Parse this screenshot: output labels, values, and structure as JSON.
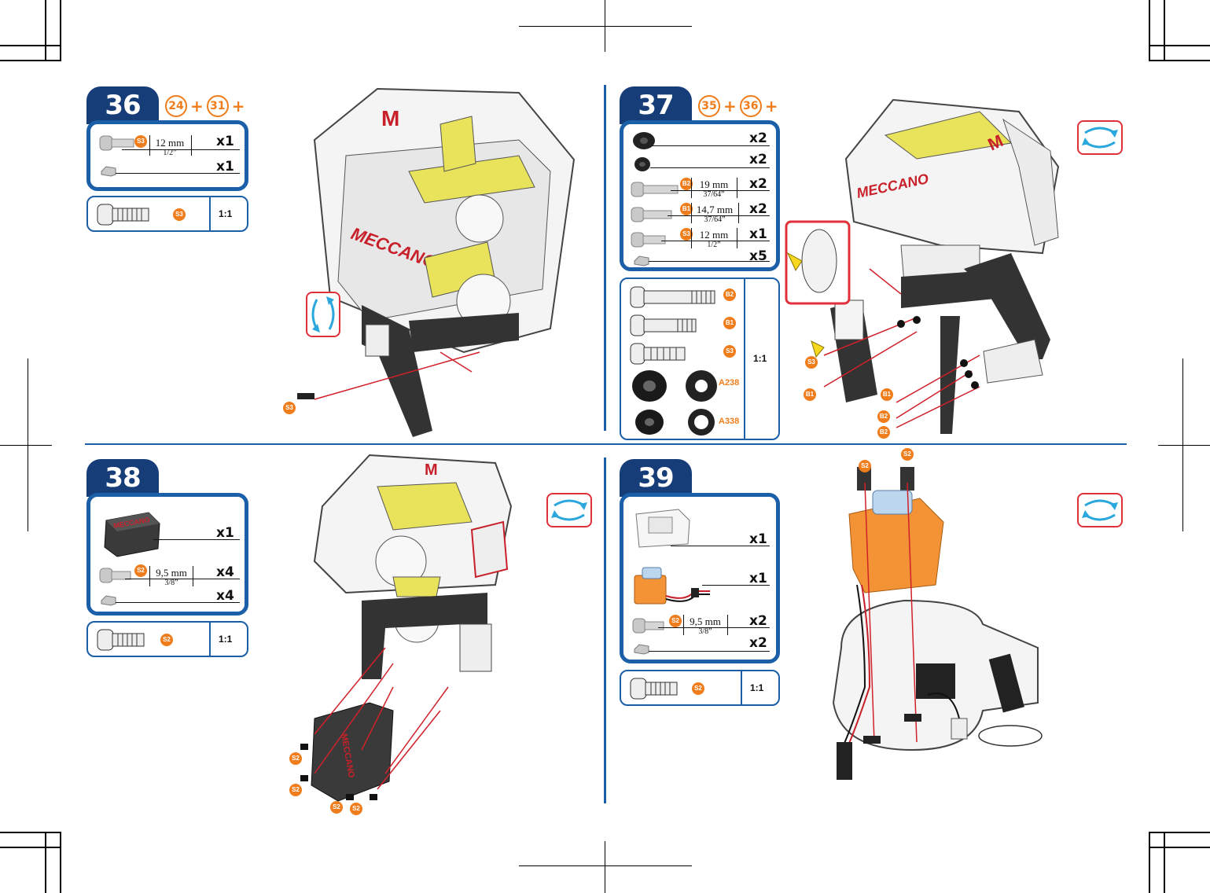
{
  "steps": {
    "s36": {
      "number": "36",
      "prev": [
        "24",
        "31"
      ],
      "plus": "+",
      "parts": [
        {
          "qty": "x1",
          "measure": "12 mm",
          "sub": "1/2”",
          "badge": "S3"
        },
        {
          "qty": "x1"
        }
      ],
      "scale": {
        "badge": "S3",
        "ratio": "1:1"
      }
    },
    "s37": {
      "number": "37",
      "prev": [
        "35",
        "36"
      ],
      "plus": "+",
      "parts": [
        {
          "qty": "x2"
        },
        {
          "qty": "x2"
        },
        {
          "qty": "x2",
          "measure": "19 mm",
          "sub": "37/64”",
          "badge": "B2"
        },
        {
          "qty": "x2",
          "measure": "14,7 mm",
          "sub": "37/64”",
          "badge": "B1"
        },
        {
          "qty": "x1",
          "measure": "12 mm",
          "sub": "1/2”",
          "badge": "S3"
        },
        {
          "qty": "x5"
        }
      ],
      "scale": {
        "badges": [
          "B2",
          "B1",
          "S3"
        ],
        "washers": [
          "A238",
          "A338"
        ],
        "ratio": "1:1"
      }
    },
    "s38": {
      "number": "38",
      "parts": [
        {
          "qty": "x1"
        },
        {
          "qty": "x4",
          "measure": "9,5 mm",
          "sub": "3/8”",
          "badge": "S2"
        },
        {
          "qty": "x4"
        }
      ],
      "scale": {
        "badge": "S2",
        "ratio": "1:1"
      },
      "labels": [
        "MECCANO"
      ]
    },
    "s39": {
      "number": "39",
      "parts": [
        {
          "qty": "x1"
        },
        {
          "qty": "x1"
        },
        {
          "qty": "x2",
          "measure": "9,5 mm",
          "sub": "3/8”",
          "badge": "S2"
        },
        {
          "qty": "x2"
        }
      ],
      "scale": {
        "badge": "S2",
        "ratio": "1:1"
      }
    }
  },
  "diagram_labels": {
    "s36": [
      "S3"
    ],
    "s37": [
      "S3",
      "B1",
      "B1",
      "B2",
      "B2"
    ],
    "s38": [
      "S2",
      "S2",
      "S2",
      "S2"
    ],
    "s39": [
      "S2",
      "S2"
    ]
  },
  "brand": {
    "logo": "MECCANO",
    "mark": "M"
  },
  "colors": {
    "blue": "#1a5fa8",
    "navy": "#163d78",
    "orange": "#f07d1c",
    "red": "#e0313a",
    "yellow": "#e8e35a"
  }
}
